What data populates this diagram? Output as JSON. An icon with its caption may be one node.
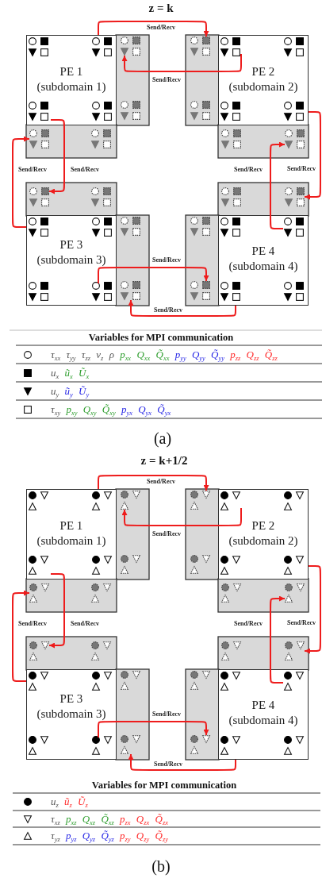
{
  "diagram": {
    "nodes": [
      {
        "text": [
          "PE 1",
          "(subdomain 1)"
        ]
      },
      {
        "text": [],
        "shape": "picture"
      },
      {
        "text": [],
        "shape": "picture"
      },
      {
        "text": [
          "PE 2",
          "(subdomain 2)"
        ]
      },
      {
        "text": [],
        "shape": "picture"
      },
      {
        "text": [],
        "shape": "picture"
      },
      {
        "text": [],
        "shape": "picture"
      },
      {
        "text": [],
        "shape": "picture"
      },
      {
        "text": [
          "PE 3",
          "(subdomain 3)"
        ]
      },
      {
        "text": [],
        "shape": "picture"
      },
      {
        "text": [],
        "shape": "picture"
      },
      {
        "text": [
          "PE 4",
          "(subdomain 4)"
        ]
      },
      {
        "text": [
          "PE 1",
          "(subdomain 1)"
        ]
      },
      {
        "text": [],
        "shape": "picture"
      },
      {
        "text": [],
        "shape": "picture"
      },
      {
        "text": [
          "PE 2",
          "(subdomain 2)"
        ]
      },
      {
        "text": [],
        "shape": "picture"
      },
      {
        "text": [],
        "shape": "picture"
      },
      {
        "text": [],
        "shape": "picture"
      },
      {
        "text": [],
        "shape": "picture"
      },
      {
        "text": [
          "PE 3",
          "(subdomain 3)"
        ]
      },
      {
        "text": [],
        "shape": "picture"
      },
      {
        "text": [],
        "shape": "picture"
      },
      {
        "text": [
          "PE 4",
          "(subdomain 4)"
        ]
      }
    ],
    "edges": [
      {
        "from": 0,
        "to": 2,
        "arrow": "to",
        "label": "Send/Recv"
      },
      {
        "from": 3,
        "to": 1,
        "arrow": "to",
        "label": "Send/Recv"
      },
      {
        "from": 0,
        "to": 6,
        "arrow": "to",
        "label": "Send/Recv"
      },
      {
        "from": 8,
        "to": 4,
        "arrow": "to",
        "label": "Send/Recv"
      },
      {
        "from": 3,
        "to": 7,
        "arrow": "to",
        "label": "Send/Recv"
      },
      {
        "from": 11,
        "to": 5,
        "arrow": "to",
        "label": "Send/Recv"
      },
      {
        "from": 8,
        "to": 10,
        "arrow": "to",
        "label": "Send/Recv"
      },
      {
        "from": 11,
        "to": 9,
        "arrow": "to",
        "label": "Send/Recv"
      },
      {
        "from": 12,
        "to": 14,
        "arrow": "to",
        "label": "Send/Recv"
      },
      {
        "from": 15,
        "to": 13,
        "arrow": "to",
        "label": "Send/Recv"
      },
      {
        "from": 12,
        "to": 18,
        "arrow": "to",
        "label": "Send/Recv"
      },
      {
        "from": 20,
        "to": 16,
        "arrow": "to",
        "label": "Send/Recv"
      },
      {
        "from": 15,
        "to": 19,
        "arrow": "to",
        "label": "Send/Recv"
      },
      {
        "from": 23,
        "to": 17,
        "arrow": "to",
        "label": "Send/Recv"
      },
      {
        "from": 20,
        "to": 22,
        "arrow": "to",
        "label": "Send/Recv"
      },
      {
        "from": 23,
        "to": 21,
        "arrow": "to",
        "label": "Send/Recv"
      }
    ],
    "labels": [
      "z = k",
      "Variables for MPI communication",
      "(a)",
      "z = k+1/2",
      "Variables for MPI communication",
      "(b)"
    ],
    "legend": [
      {
        "text": "τ$_{xx}$ τ$_{yy}$ τ$_{zz}$ v$_{z}$ ρ p$_{xx}$ Q$_{xx}$ Q̃$_{xx}$ p$_{yy}$ Q$_{yy}$ Q̃$_{yy}$ p$_{zz}$ Q$_{zz}$ Q̃$_{zz}$"
      },
      {
        "text": "u$_{x}$ ũ$_{x}$ Ũ$_{x}$"
      },
      {
        "text": "u$_{y}$ ũ$_{y}$ Ũ$_{y}$"
      },
      {
        "text": "τ$_{xy}$ p$_{xy}$ Q$_{xy}$ Q̃$_{xy}$ p$_{yx}$ Q$_{yx}$ Q̃$_{yx}$"
      },
      {
        "text": "u$_{z}$ ũ$_{z}$ Ũ$_{z}$"
      },
      {
        "text": "τ$_{xz}$ p$_{xz}$ Q$_{xz}$ Q̃$_{xz}$ p$_{zx}$ Q$_{zx}$ Q̃$_{zx}$"
      },
      {
        "text": "τ$_{yz}$ p$_{yz}$ Q$_{yz}$ Q̃$_{yz}$ p$_{zy}$ Q$_{zy}$ Q̃$_{zy}$"
      }
    ]
  }
}
